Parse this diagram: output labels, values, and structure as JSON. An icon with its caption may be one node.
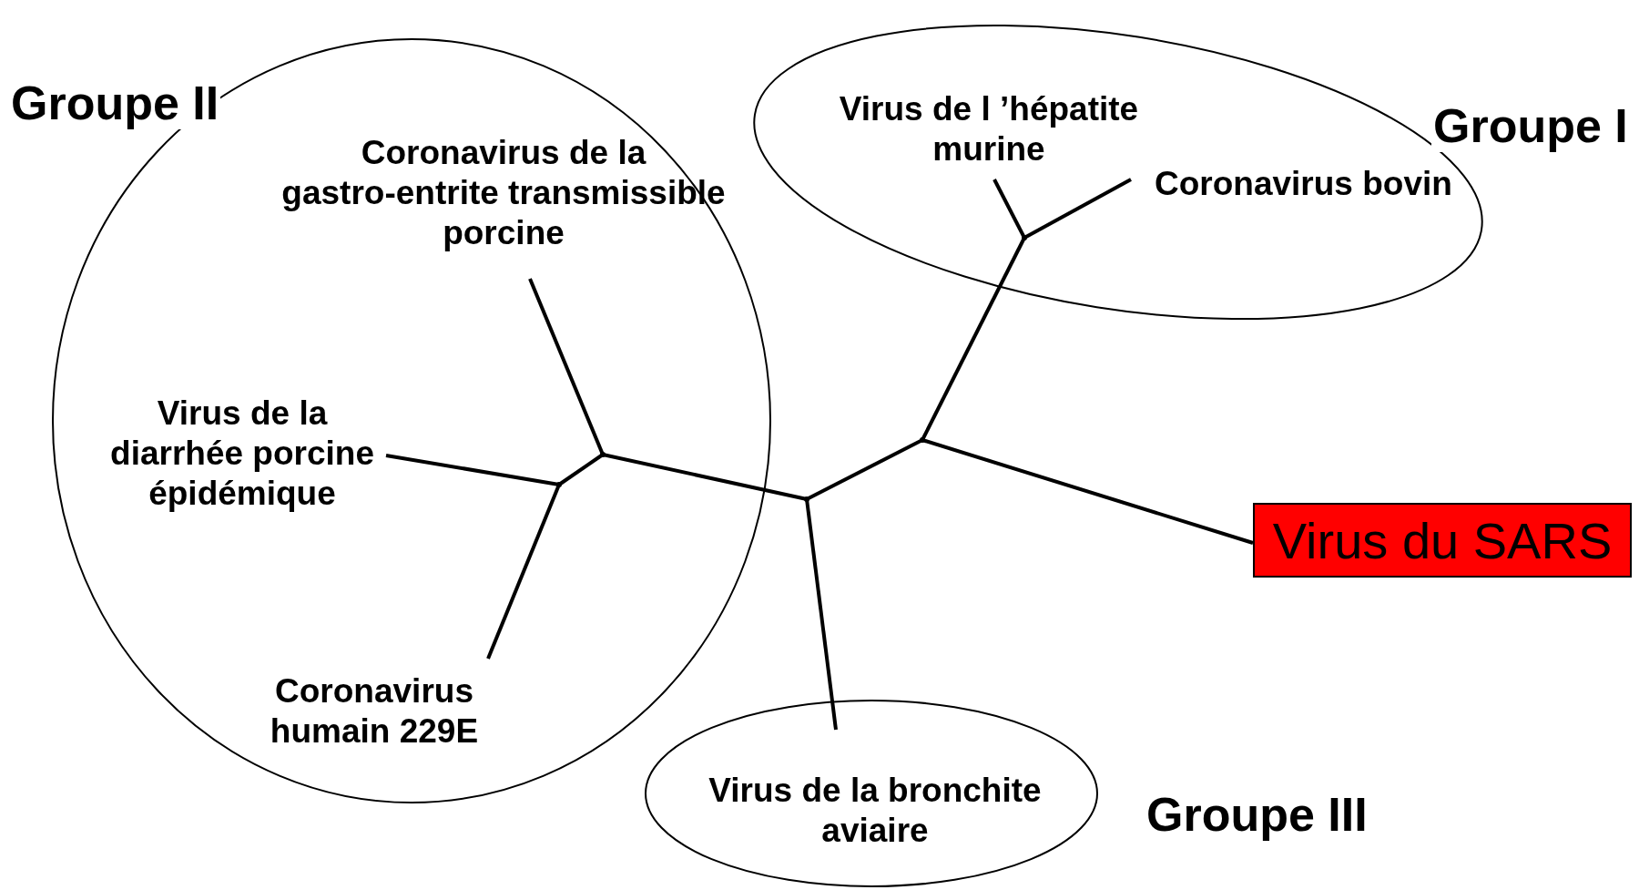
{
  "diagram": {
    "nodes": [
      {
        "text": [
          "Groupe II"
        ]
      },
      {
        "text": [
          "Coronavirus de la gastro-entrite transmissible porcine"
        ],
        "in": 0
      },
      {
        "text": [
          "Virus de la diarrhée porcine épidémique"
        ],
        "in": 0
      },
      {
        "text": [
          "Coronavirus humain 229E"
        ],
        "in": 0
      },
      {
        "text": [
          "Groupe I"
        ]
      },
      {
        "text": [
          "Virus de l ’hépatite murine"
        ],
        "in": 4
      },
      {
        "text": [
          "Coronavirus bovin"
        ],
        "in": 4
      },
      {
        "text": [
          "Groupe III"
        ]
      },
      {
        "text": [
          "Virus de la bronchite aviaire"
        ],
        "in": 7
      },
      {
        "text": [
          "Virus du SARS"
        ]
      },
      {
        "text": [],
        "shape": "point",
        "in": 0
      },
      {
        "text": [],
        "shape": "point",
        "in": 0
      },
      {
        "text": [],
        "shape": "point"
      },
      {
        "text": [],
        "shape": "point"
      },
      {
        "text": [],
        "shape": "point",
        "in": 4
      }
    ],
    "edges": [
      {
        "from": 10,
        "to": 1,
        "arrow": "none"
      },
      {
        "from": 10,
        "to": 11,
        "arrow": "none"
      },
      {
        "from": 11,
        "to": 2,
        "arrow": "none"
      },
      {
        "from": 11,
        "to": 3,
        "arrow": "none"
      },
      {
        "from": 12,
        "to": 10,
        "arrow": "none"
      },
      {
        "from": 12,
        "to": 8,
        "arrow": "none"
      },
      {
        "from": 12,
        "to": 13,
        "arrow": "none"
      },
      {
        "from": 13,
        "to": 9,
        "arrow": "none"
      },
      {
        "from": 13,
        "to": 14,
        "arrow": "none"
      },
      {
        "from": 14,
        "to": 5,
        "arrow": "none"
      },
      {
        "from": 14,
        "to": 6,
        "arrow": "none"
      }
    ]
  }
}
